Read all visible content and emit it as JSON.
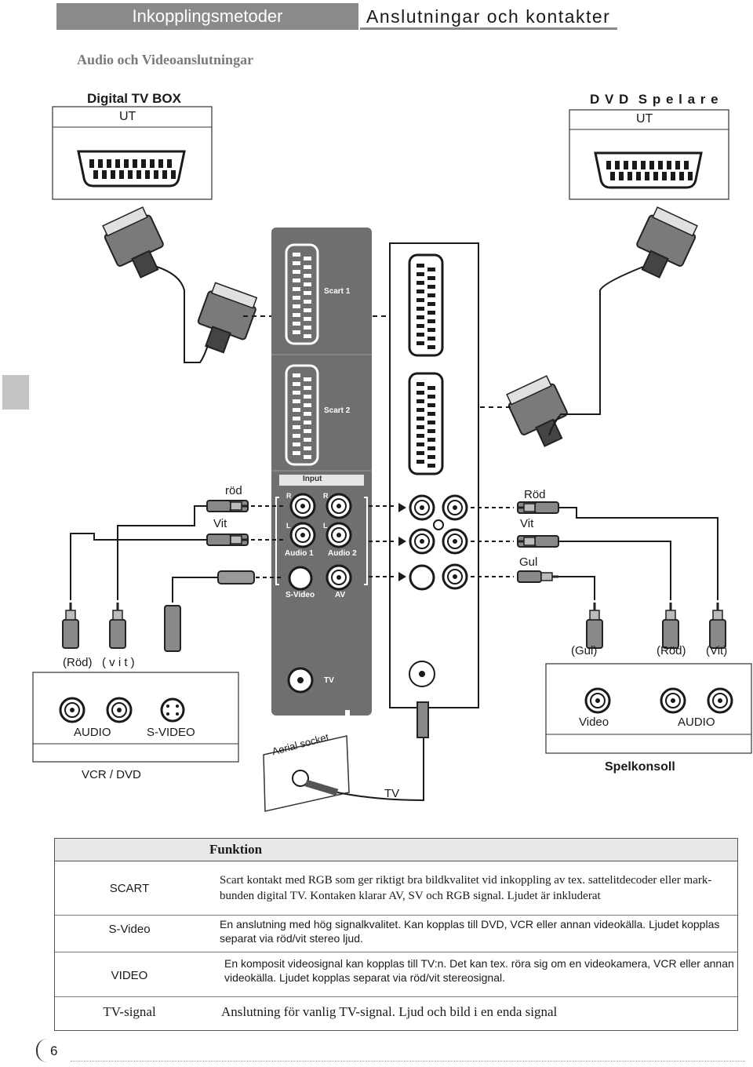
{
  "header": {
    "left_title": "Inkopplingsmetoder",
    "right_title": "Anslutningar och kontakter"
  },
  "section_title": "Audio och Videoanslutningar",
  "devices": {
    "digital_tv_box": {
      "title": "Digital TV BOX",
      "port_label": "UT"
    },
    "dvd_player": {
      "title": "D V D  S p e l a r e",
      "port_label": "UT"
    },
    "vcr_dvd": {
      "title": "VCR / DVD",
      "audio_label": "AUDIO",
      "svideo_label": "S-VIDEO"
    },
    "console": {
      "title": "Spelkonsoll",
      "video_label": "Video",
      "audio_label": "AUDIO"
    },
    "aerial": {
      "label": "Aerial socket"
    }
  },
  "panel": {
    "scart1": "Scart 1",
    "scart2": "Scart 2",
    "input": "Input",
    "r": "R",
    "l": "L",
    "audio1": "Audio 1",
    "audio2": "Audio 2",
    "svideo": "S-Video",
    "av": "AV",
    "tv": "TV"
  },
  "cables": {
    "left_red": "röd",
    "left_white": "Vit",
    "right_red": "Röd",
    "right_white": "Vit",
    "right_yellow": "Gul",
    "vcr_colors": "(Röd)   ( v i t )",
    "console_yellow": "(Gul)",
    "console_red": "(Röd)",
    "console_white": "(Vit)",
    "tv_label": "TV"
  },
  "table": {
    "header": "Funktion",
    "rows": [
      {
        "name": "SCART",
        "desc": "Scart kontakt med RGB som ger riktigt bra bildkvalitet vid inkoppling av tex. sattelitdecoder eller mark-bunden digital TV. Kontaken klarar AV, SV och RGB signal. Ljudet är inkluderat"
      },
      {
        "name": "S-Video",
        "desc": "En anslutning med hög signalkvalitet. Kan kopplas till DVD, VCR eller annan videokälla. Ljudet kopplas separat via röd/vit stereo ljud."
      },
      {
        "name": "VIDEO",
        "desc": "En komposit videosignal kan kopplas till TV:n. Det kan tex. röra sig om en videokamera, VCR eller annan videokälla. Ljudet kopplas separat via röd/vit stereosignal."
      },
      {
        "name": "TV-signal",
        "desc": "Anslutning för vanlig TV-signal. Ljud och bild i en enda signal"
      }
    ]
  },
  "page_number": "6",
  "colors": {
    "panel": "#6f6f6f",
    "header_bar": "#8a8a8a",
    "line": "#1a1a1a"
  }
}
